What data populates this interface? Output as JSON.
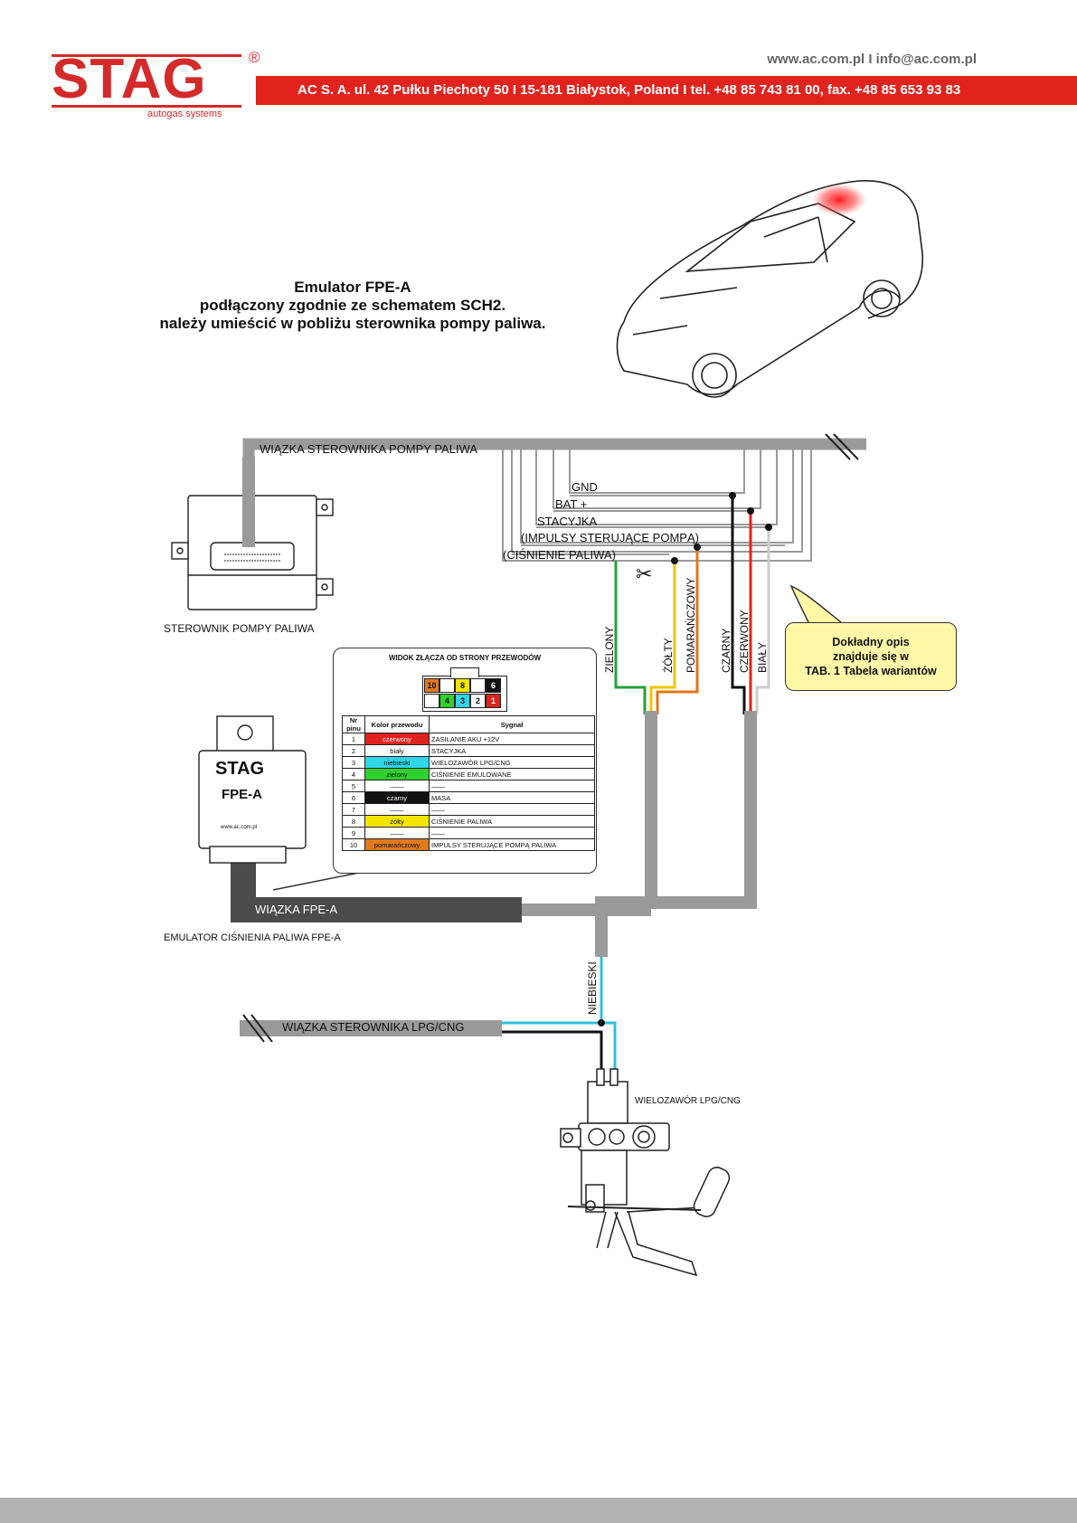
{
  "header": {
    "logo_text": "STAG",
    "logo_reg": "®",
    "logo_subtitle": "autogas systems",
    "web": "www.ac.com.pl I info@ac.com.pl",
    "address": "AC S. A. ul. 42 Pułku Piechoty 50 I 15-181 Białystok, Poland I tel. +48 85 743 81 00, fax. +48 85 653 93 83",
    "brand_red": "#e1231e"
  },
  "title": {
    "line1": "Emulator FPE-A",
    "line2": "podłączony zgodnie ze schematem SCH2.",
    "line3": "należy umieścić w pobliżu sterownika pompy paliwa."
  },
  "harnesses": {
    "pump": "WIĄZKA STEROWNIKA POMPY PALIWA",
    "fpe": "WIĄZKA FPE-A",
    "lpg": "WIĄZKA STEROWNIKA LPG/CNG"
  },
  "signals": {
    "gnd": "GND",
    "bat": "BAT +",
    "stacyjka": "STACYJKA",
    "impulsy": "(IMPULSY STERUJĄCE POMPĄ)",
    "cisnienie": "(CIŚNIENIE PALIWA)"
  },
  "wires": {
    "zielony": "ZIELONY",
    "zolty": "ŻÓŁTY",
    "pomaranczowy": "POMARAŃCZOWY",
    "czarny": "CZARNY",
    "czerwony": "CZERWONY",
    "bialy": "BIAŁY",
    "niebieski": "NIEBIESKI"
  },
  "components": {
    "pump_controller": "STEROWNIK POMPY PALIWA",
    "emulator": "EMULATOR CIŚNIENIA PALIWA FPE-A",
    "valve": "WIELOZAWÓR LPG/CNG",
    "fpe_logo": "STAG",
    "fpe_model": "FPE-A",
    "fpe_web": "www.ac.com.pl"
  },
  "note": {
    "line1": "Dokładny opis",
    "line2": "znajduje się w",
    "line3": "TAB. 1 Tabela wariantów"
  },
  "connector": {
    "title": "WIDOK ZŁĄCZA OD STRONY PRZEWODÓW",
    "top_pins": [
      {
        "label": "10",
        "color": "#e07a1e"
      },
      {
        "label": "",
        "color": "#ffffff"
      },
      {
        "label": "8",
        "color": "#f4e600"
      },
      {
        "label": "",
        "color": "#ffffff"
      },
      {
        "label": "6",
        "color": "#111111"
      }
    ],
    "bottom_pins": [
      {
        "label": "",
        "color": "#ffffff"
      },
      {
        "label": "4",
        "color": "#2fd12f"
      },
      {
        "label": "3",
        "color": "#2fd6e6"
      },
      {
        "label": "2",
        "color": "#ffffff"
      },
      {
        "label": "1",
        "color": "#e1231e"
      }
    ],
    "col_nr": "Nr pinu",
    "col_color": "Kolor przewodu",
    "col_signal": "Sygnał",
    "rows": [
      {
        "nr": "1",
        "color_name": "czerwony",
        "bg": "#e1231e",
        "fg": "#ffffff",
        "signal": "ZASILANIE AKU +12V"
      },
      {
        "nr": "2",
        "color_name": "biały",
        "bg": "#ffffff",
        "fg": "#111111",
        "signal": "STACYJKA"
      },
      {
        "nr": "3",
        "color_name": "niebieski",
        "bg": "#2fd6e6",
        "fg": "#111111",
        "signal": "WIELOZAWÓR LPG/CNG"
      },
      {
        "nr": "4",
        "color_name": "zielony",
        "bg": "#2fd12f",
        "fg": "#111111",
        "signal": "CIŚNIENIE EMULOWANE"
      },
      {
        "nr": "5",
        "color_name": "——",
        "bg": "#ffffff",
        "fg": "#111111",
        "signal": "——"
      },
      {
        "nr": "6",
        "color_name": "czarny",
        "bg": "#111111",
        "fg": "#ffffff",
        "signal": "MASA"
      },
      {
        "nr": "7",
        "color_name": "——",
        "bg": "#ffffff",
        "fg": "#111111",
        "signal": "——"
      },
      {
        "nr": "8",
        "color_name": "żółty",
        "bg": "#f4e600",
        "fg": "#111111",
        "signal": "CIŚNIENIE PALIWA"
      },
      {
        "nr": "9",
        "color_name": "——",
        "bg": "#ffffff",
        "fg": "#111111",
        "signal": "——"
      },
      {
        "nr": "10",
        "color_name": "pomarańczowy",
        "bg": "#e07a1e",
        "fg": "#111111",
        "signal": "IMPULSY STERUJĄCE POMPĄ PALIWA"
      }
    ]
  }
}
